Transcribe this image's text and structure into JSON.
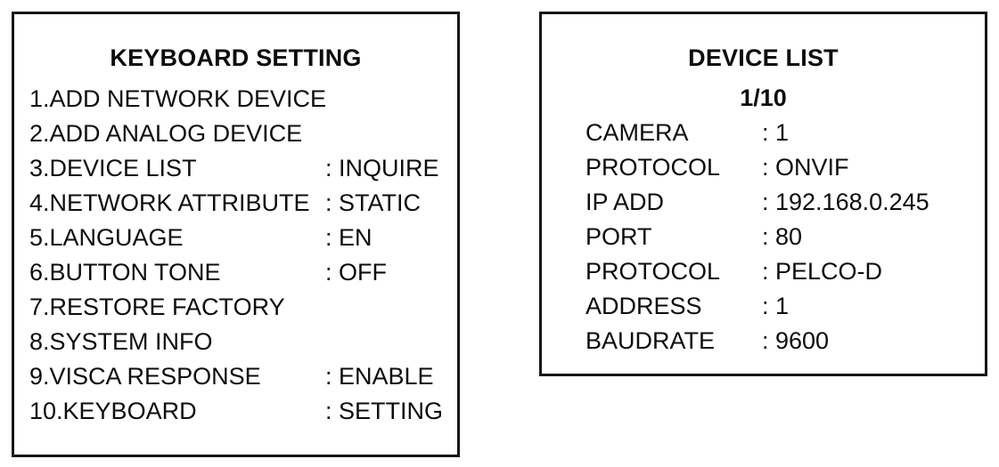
{
  "keyboard_setting": {
    "title": "KEYBOARD SETTING",
    "items": [
      {
        "label": "1.ADD NETWORK DEVICE",
        "value": ""
      },
      {
        "label": "2.ADD ANALOG DEVICE",
        "value": ""
      },
      {
        "label": "3.DEVICE LIST",
        "value": ": INQUIRE"
      },
      {
        "label": "4.NETWORK ATTRIBUTE",
        "value": ": STATIC"
      },
      {
        "label": "5.LANGUAGE",
        "value": ": EN"
      },
      {
        "label": "6.BUTTON TONE",
        "value": ": OFF"
      },
      {
        "label": "7.RESTORE FACTORY",
        "value": ""
      },
      {
        "label": "8.SYSTEM INFO",
        "value": ""
      },
      {
        "label": "9.VISCA RESPONSE",
        "value": ": ENABLE"
      },
      {
        "label": "10.KEYBOARD",
        "value": ": SETTING"
      }
    ]
  },
  "device_list": {
    "title": "DEVICE LIST",
    "page_indicator": "1/10",
    "fields": [
      {
        "label": "CAMERA",
        "value": ": 1"
      },
      {
        "label": "PROTOCOL",
        "value": ": ONVIF"
      },
      {
        "label": "IP ADD",
        "value": ": 192.168.0.245"
      },
      {
        "label": "PORT",
        "value": ": 80"
      },
      {
        "label": "PROTOCOL",
        "value": ": PELCO-D"
      },
      {
        "label": "ADDRESS",
        "value": ": 1"
      },
      {
        "label": "BAUDRATE",
        "value": ": 9600"
      }
    ]
  },
  "colors": {
    "text": "#0d0d0d",
    "border": "#161616",
    "background": "#ffffff"
  }
}
